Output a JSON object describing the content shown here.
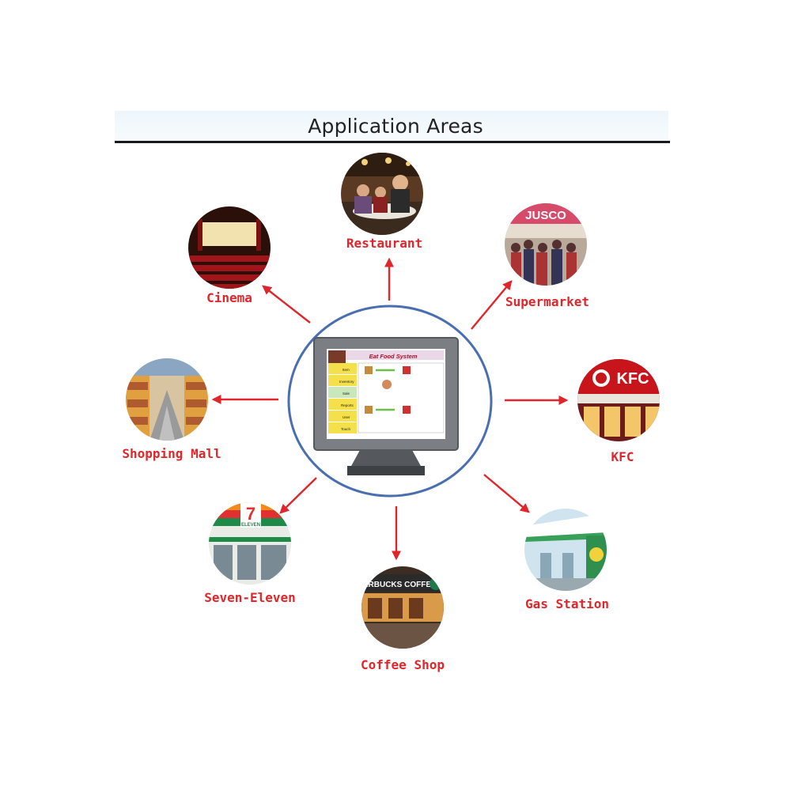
{
  "title": "Application Areas",
  "areas": {
    "restaurant": "Restaurant",
    "supermarket": "Supermarket",
    "kfc": "KFC",
    "gas_station": "Gas Station",
    "coffee_shop": "Coffee Shop",
    "seven_eleven": "Seven-Eleven",
    "shopping_mall": "Shopping Mall",
    "cinema": "Cinema"
  },
  "signs": {
    "kfc": "KFC",
    "jusco": "JUSCO",
    "seven": "7",
    "eleven": "ELEVEN",
    "starbucks": "ARBUCKS COFFEE"
  },
  "pos_screen": {
    "system_title": "Eat Food System",
    "menu": [
      "Item",
      "Inventory",
      "Sale",
      "Reports",
      "User",
      "Touch"
    ]
  },
  "colors": {
    "label": "#e0262a",
    "arrow": "#e0262a",
    "hub_ring": "#4a6fb0"
  }
}
